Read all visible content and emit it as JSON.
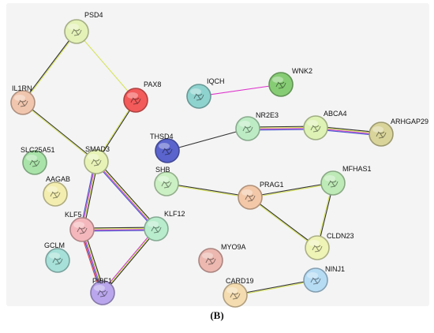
{
  "network": {
    "caption": "(B)",
    "nodes": [
      {
        "id": "PSD4",
        "label": "PSD4",
        "color": "#e4f2b8"
      },
      {
        "id": "IL1RN",
        "label": "IL1RN",
        "color": "#f1c6ae"
      },
      {
        "id": "PAX8",
        "label": "PAX8",
        "color": "#f35a5a"
      },
      {
        "id": "SLC25A51",
        "label": "SLC25A51",
        "color": "#a9e3a9"
      },
      {
        "id": "SMAD3",
        "label": "SMAD3",
        "color": "#e7f3b6"
      },
      {
        "id": "AAGAB",
        "label": "AAGAB",
        "color": "#f3eeb0"
      },
      {
        "id": "KLF5",
        "label": "KLF5",
        "color": "#f4b8bc"
      },
      {
        "id": "KLF12",
        "label": "KLF12",
        "color": "#b8eccc"
      },
      {
        "id": "GCLM",
        "label": "GCLM",
        "color": "#a6e0d8"
      },
      {
        "id": "PIBF1",
        "label": "PIBF1",
        "color": "#b9a6ec"
      },
      {
        "id": "IQCH",
        "label": "IQCH",
        "color": "#8fd3cf"
      },
      {
        "id": "WNK2",
        "label": "WNK2",
        "color": "#86cc74"
      },
      {
        "id": "THSD4",
        "label": "THSD4",
        "color": "#5a64cc"
      },
      {
        "id": "NR2E3",
        "label": "NR2E3",
        "color": "#bdecc4"
      },
      {
        "id": "ABCA4",
        "label": "ABCA4",
        "color": "#ddf2b4"
      },
      {
        "id": "ARHGAP29",
        "label": "ARHGAP29",
        "color": "#d9d49a"
      },
      {
        "id": "SHB",
        "label": "SHB",
        "color": "#cbf0c3"
      },
      {
        "id": "PRAG1",
        "label": "PRAG1",
        "color": "#f3c8a8"
      },
      {
        "id": "MFHAS1",
        "label": "MFHAS1",
        "color": "#bdeab6"
      },
      {
        "id": "CLDN23",
        "label": "CLDN23",
        "color": "#eef3b6"
      },
      {
        "id": "MYO9A",
        "label": "MYO9A",
        "color": "#ecb8b0"
      },
      {
        "id": "CARD19",
        "label": "CARD19",
        "color": "#f4dcb0"
      },
      {
        "id": "NINJ1",
        "label": "NINJ1",
        "color": "#b6dcf4"
      }
    ],
    "edges": [
      {
        "source": "PSD4",
        "target": "IL1RN",
        "colors": [
          "#d6e25a",
          "#333333"
        ]
      },
      {
        "source": "PSD4",
        "target": "PAX8",
        "colors": [
          "#d6e25a"
        ]
      },
      {
        "source": "IL1RN",
        "target": "SMAD3",
        "colors": [
          "#333333",
          "#d6e25a"
        ]
      },
      {
        "source": "PAX8",
        "target": "SMAD3",
        "colors": [
          "#333333",
          "#d6e25a"
        ]
      },
      {
        "source": "SMAD3",
        "target": "KLF5",
        "colors": [
          "#333333",
          "#d6e25a",
          "#cc44cc",
          "#4455cc"
        ]
      },
      {
        "source": "SMAD3",
        "target": "KLF12",
        "colors": [
          "#333333",
          "#d6e25a",
          "#cc44cc",
          "#4455cc"
        ]
      },
      {
        "source": "KLF5",
        "target": "KLF12",
        "colors": [
          "#333333",
          "#d6e25a",
          "#cc44cc",
          "#4455cc"
        ]
      },
      {
        "source": "KLF5",
        "target": "PIBF1",
        "colors": [
          "#333333",
          "#d6e25a",
          "#cc44cc",
          "#4455cc",
          "#e0464a"
        ]
      },
      {
        "source": "KLF12",
        "target": "PIBF1",
        "colors": [
          "#333333",
          "#d6e25a",
          "#cc44cc"
        ]
      },
      {
        "source": "IQCH",
        "target": "WNK2",
        "colors": [
          "#dd33cc"
        ]
      },
      {
        "source": "THSD4",
        "target": "NR2E3",
        "colors": [
          "#333333"
        ]
      },
      {
        "source": "NR2E3",
        "target": "ABCA4",
        "colors": [
          "#333333",
          "#d6e25a",
          "#cc44cc",
          "#4455cc"
        ]
      },
      {
        "source": "ABCA4",
        "target": "ARHGAP29",
        "colors": [
          "#333333",
          "#d6e25a",
          "#cc44cc",
          "#4455cc"
        ]
      },
      {
        "source": "SHB",
        "target": "PRAG1",
        "colors": [
          "#333333",
          "#d6e25a"
        ]
      },
      {
        "source": "PRAG1",
        "target": "MFHAS1",
        "colors": [
          "#333333",
          "#d6e25a"
        ]
      },
      {
        "source": "PRAG1",
        "target": "CLDN23",
        "colors": [
          "#333333",
          "#d6e25a"
        ]
      },
      {
        "source": "MFHAS1",
        "target": "CLDN23",
        "colors": [
          "#333333",
          "#d6e25a"
        ]
      },
      {
        "source": "CARD19",
        "target": "NINJ1",
        "colors": [
          "#333333",
          "#d6e25a"
        ]
      }
    ]
  }
}
